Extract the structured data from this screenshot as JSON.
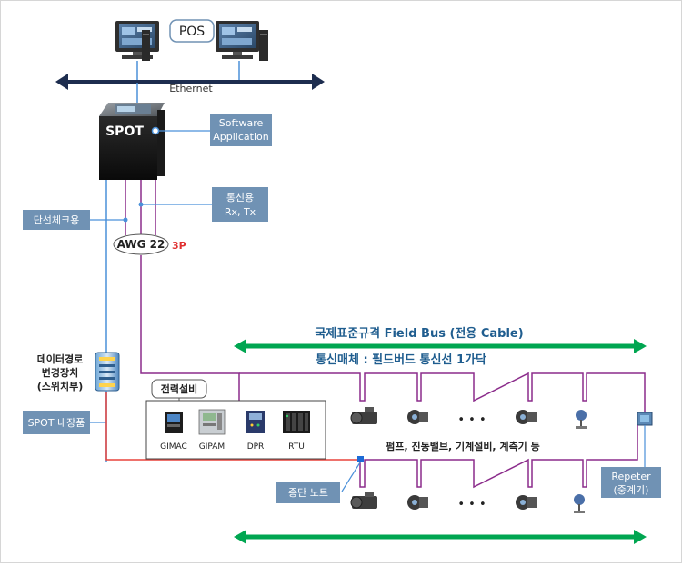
{
  "pos": {
    "label": "POS"
  },
  "ethernet": {
    "label": "Ethernet"
  },
  "spot": {
    "label": "SPOT"
  },
  "software": {
    "line1": "Software",
    "line2": "Application"
  },
  "comm": {
    "line1": "통신용",
    "line2": "Rx, Tx"
  },
  "disconnect_check": {
    "label": "단선체크용"
  },
  "cable": {
    "awg": "AWG 22",
    "phase": "3P"
  },
  "datapath": {
    "line1": "데이터경로",
    "line2": "변경장치",
    "line3": "(스위치부)"
  },
  "spot_builtin": {
    "label": "SPOT 내장품"
  },
  "fieldbus": {
    "title": "국제표준규격 Field Bus (전용 Cable)",
    "medium": "통신매체 : 필드버드 통신선 1가닥"
  },
  "power": {
    "title": "전력설비",
    "devices": [
      {
        "label": "GIMAC",
        "icon": "gimac-meter-icon"
      },
      {
        "label": "GIPAM",
        "icon": "gipam-panel-icon"
      },
      {
        "label": "DPR",
        "icon": "dpr-relay-icon"
      },
      {
        "label": "RTU",
        "icon": "rtu-module-icon"
      }
    ]
  },
  "field_devices": {
    "caption": "펌프, 진동밸브, 기계설비, 계측기 등",
    "ellipsis": "• • •"
  },
  "terminator": {
    "label": "종단 노트"
  },
  "repeater": {
    "line1": "Repeter",
    "line2": "(중계기)"
  },
  "colors": {
    "arrow_green": "#00a651",
    "box_blue": "#7092b4",
    "cable_purple": "#8b2c8b",
    "line_blue": "#4a90d9",
    "line_red": "#e8433c",
    "ethernet_navy": "#1d2d4f"
  }
}
